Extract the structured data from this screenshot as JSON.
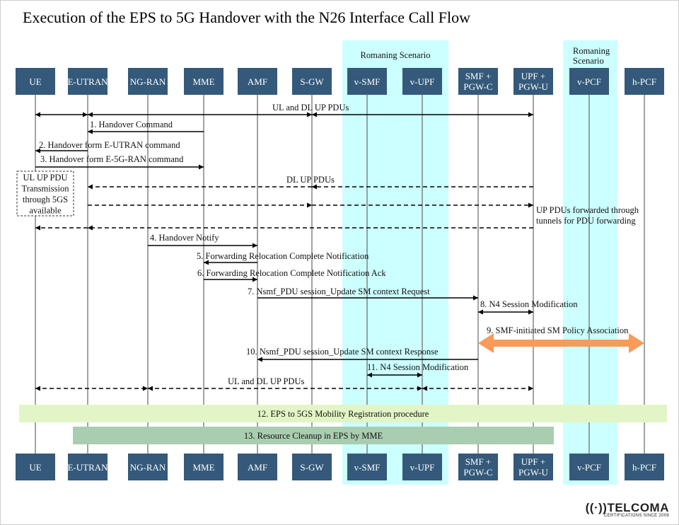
{
  "title": "Execution of the EPS to 5G Handover with the N26 Interface Call Flow",
  "regions": [
    {
      "label": "Romaning Scenario",
      "lines": [
        "Romaning Scenario"
      ]
    },
    {
      "label": "Romaning Scenario",
      "lines": [
        "Romaning",
        "Scenario"
      ]
    }
  ],
  "entities": [
    {
      "lines": [
        "UE"
      ]
    },
    {
      "lines": [
        "E-UTRAN"
      ]
    },
    {
      "lines": [
        "NG-RAN"
      ]
    },
    {
      "lines": [
        "MME"
      ]
    },
    {
      "lines": [
        "AMF"
      ]
    },
    {
      "lines": [
        "S-GW"
      ]
    },
    {
      "lines": [
        "v-SMF"
      ]
    },
    {
      "lines": [
        "v-UPF"
      ]
    },
    {
      "lines": [
        "SMF +",
        "PGW-C"
      ]
    },
    {
      "lines": [
        "UPF +",
        "PGW-U"
      ]
    },
    {
      "lines": [
        "v-PCF"
      ]
    },
    {
      "lines": [
        "h-PCF"
      ]
    }
  ],
  "messages": [
    {
      "label": "UL and DL UP PDUs",
      "from": "UE",
      "to": "UPF + PGW-U",
      "style": "solid",
      "direction": "bidirectional"
    },
    {
      "label": "1. Handover Command",
      "from": "MME",
      "to": "E-UTRAN",
      "style": "solid"
    },
    {
      "label": "2. Handover form E-UTRAN command",
      "from": "E-UTRAN",
      "to": "UE",
      "style": "solid"
    },
    {
      "label": "3. Handover form E-5G-RAN command",
      "from": "UE",
      "to": "MME",
      "style": "solid"
    },
    {
      "label": "DL UP PDUs",
      "from": "UPF + PGW-U",
      "to": "E-UTRAN",
      "style": "dashed"
    },
    {
      "label": "",
      "from": "E-UTRAN",
      "to": "UPF + PGW-U",
      "style": "dashed"
    },
    {
      "label": "",
      "from": "UPF + PGW-U",
      "to": "UE",
      "style": "dashed"
    },
    {
      "label": "4. Handover Notify",
      "from": "NG-RAN",
      "to": "AMF",
      "style": "solid"
    },
    {
      "label": "5. Forwarding Relocation Complete Notification",
      "from": "AMF",
      "to": "MME",
      "style": "solid"
    },
    {
      "label": "6. Forwarding Relocation Complete Notification Ack",
      "from": "MME",
      "to": "AMF",
      "style": "solid"
    },
    {
      "label": "7. Nsmf_PDU session_Update SM context Request",
      "from": "AMF",
      "to": "SMF + PGW-C",
      "style": "solid"
    },
    {
      "label": "8. N4 Session Modification",
      "from": "SMF + PGW-C",
      "to": "UPF + PGW-U",
      "style": "solid",
      "direction": "bidirectional"
    },
    {
      "label": "9. SMF-initiated SM Policy Association",
      "from": "SMF + PGW-C",
      "to": "h-PCF",
      "style": "thick",
      "direction": "bidirectional",
      "color": "#f79a5a"
    },
    {
      "label": "10. Nsmf_PDU session_Update SM context Response",
      "from": "SMF + PGW-C",
      "to": "AMF",
      "style": "solid"
    },
    {
      "label": "11. N4 Session Modification",
      "from": "v-SMF",
      "to": "v-UPF",
      "style": "solid",
      "direction": "bidirectional"
    },
    {
      "label": "UL and DL UP PDUs",
      "from": "UE",
      "to": "UPF + PGW-U",
      "style": "dashed",
      "direction": "bidirectional"
    }
  ],
  "notes": {
    "ue_box": [
      "UL UP PDU",
      "Transmission",
      "through 5GS",
      "available"
    ],
    "forwarding": [
      "UP PDUs forwarded through",
      "tunnels for PDU forwarding"
    ]
  },
  "procedures": [
    {
      "label": "12. EPS to 5GS Mobility Registration procedure",
      "color": "#e2f5c6"
    },
    {
      "label": "13. Resource Cleanup in EPS by MME",
      "color": "#a9cdb0"
    }
  ],
  "colors": {
    "entity_box": "#34597a",
    "roaming_region": "#ccffff",
    "lifeline": "#666666"
  },
  "logo": {
    "name": "TELCOMA",
    "tagline": "CERTIFICATIONS SINCE 2009"
  }
}
